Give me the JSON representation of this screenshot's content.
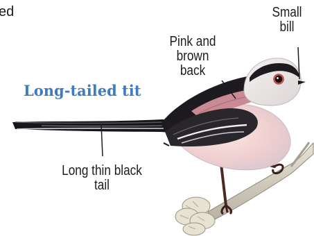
{
  "corner_fragment": "ed",
  "species_name": "Long-tailed tit",
  "labels": {
    "bill": [
      "Small",
      "bill"
    ],
    "back": [
      "Pink and",
      "brown",
      "back"
    ],
    "tail": [
      "Long thin black",
      "tail"
    ]
  },
  "colors": {
    "title": "#3e7bbf",
    "text": "#1c1c1c",
    "back_pink": "#c98a93",
    "back_black": "#1e1b20",
    "belly": "#f0d6d4",
    "leg": "#4a2a22"
  }
}
